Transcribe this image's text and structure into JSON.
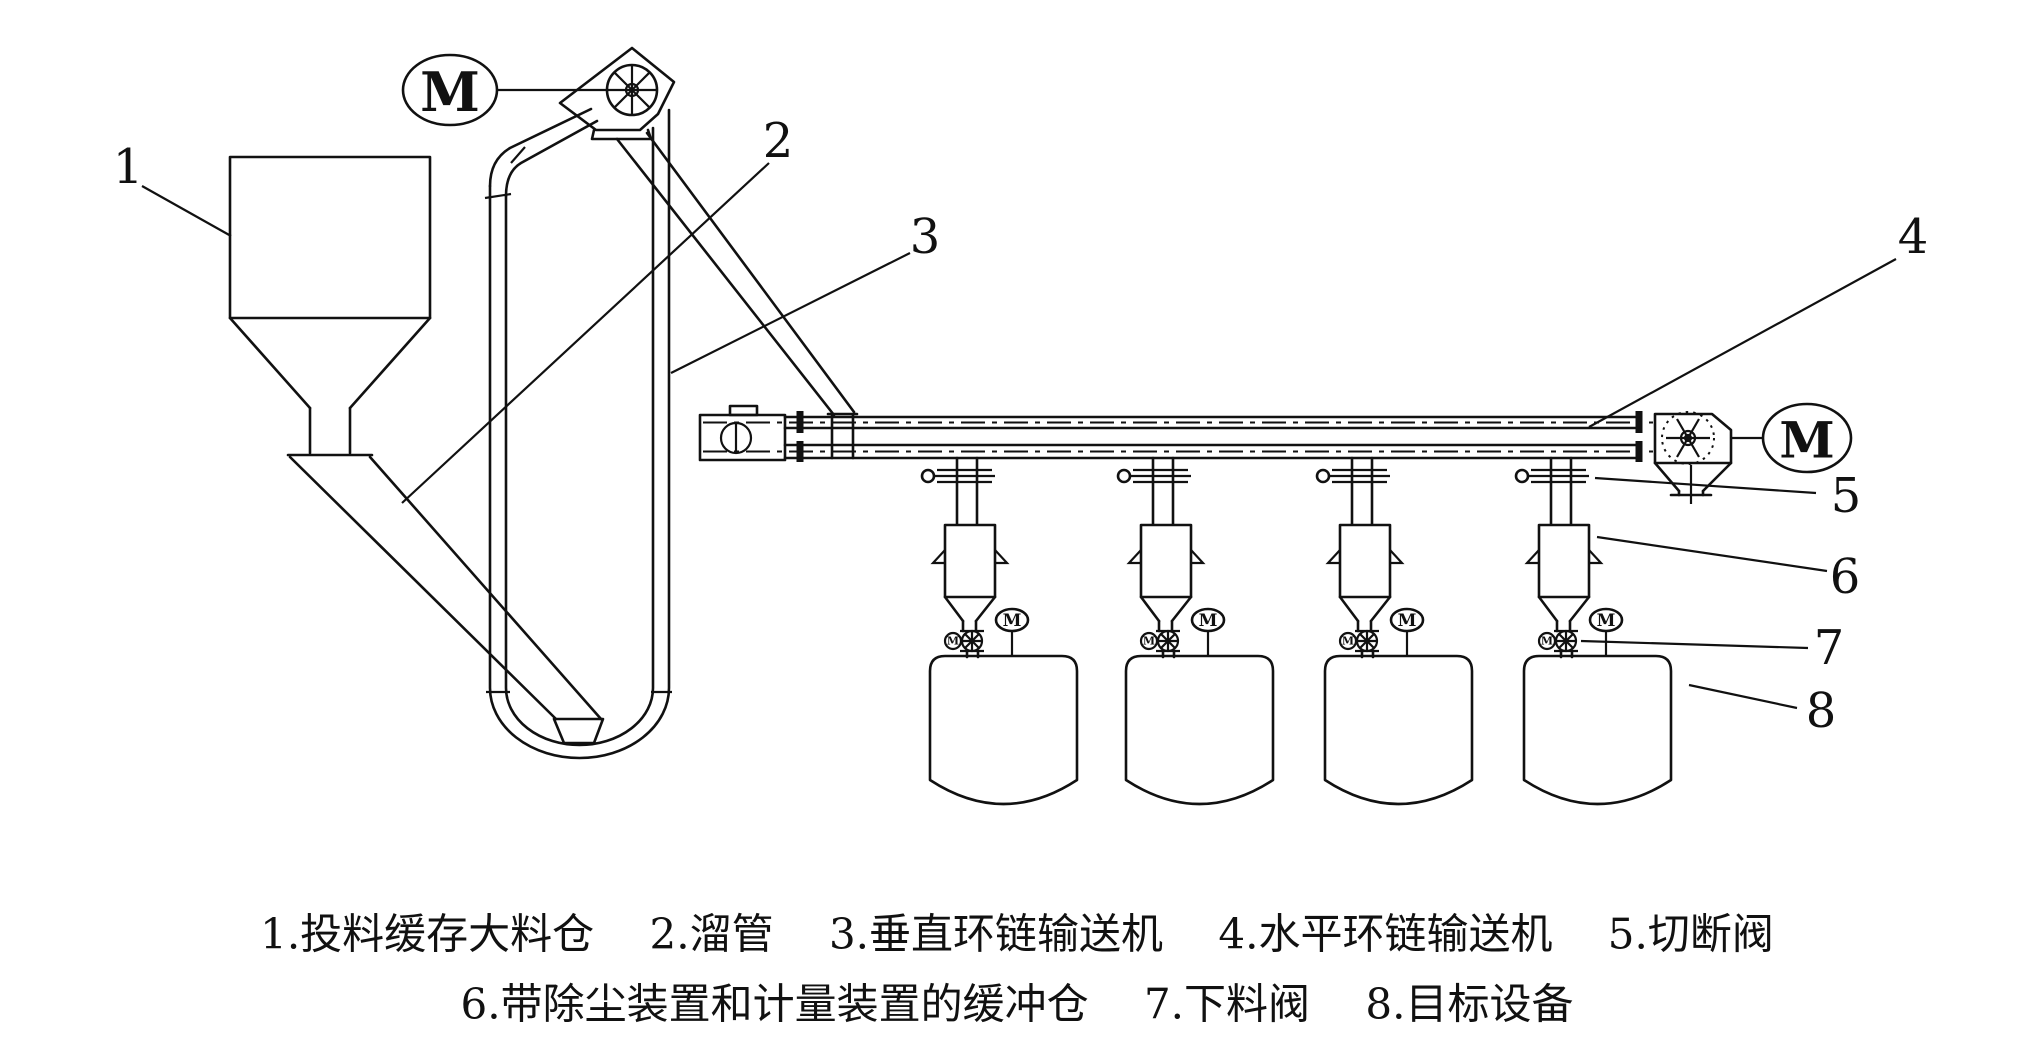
{
  "motor_label": "M",
  "legend": {
    "items": [
      {
        "number": "1",
        "name": "投料缓存大料仓"
      },
      {
        "number": "2",
        "name": "溜管"
      },
      {
        "number": "3",
        "name": "垂直环链输送机"
      },
      {
        "number": "4",
        "name": "水平环链输送机"
      },
      {
        "number": "5",
        "name": "切断阀"
      },
      {
        "number": "6",
        "name": "带除尘装置和计量装置的缓冲仓"
      },
      {
        "number": "7",
        "name": "下料阀"
      },
      {
        "number": "8",
        "name": "目标设备"
      }
    ],
    "line1": "1.投料缓存大料仓　 2.溜管　 3.垂直环链输送机　 4.水平环链输送机　 5.切断阀",
    "line2": "6.带除尘装置和计量装置的缓冲仓　 7.下料阀　 8.目标设备"
  }
}
